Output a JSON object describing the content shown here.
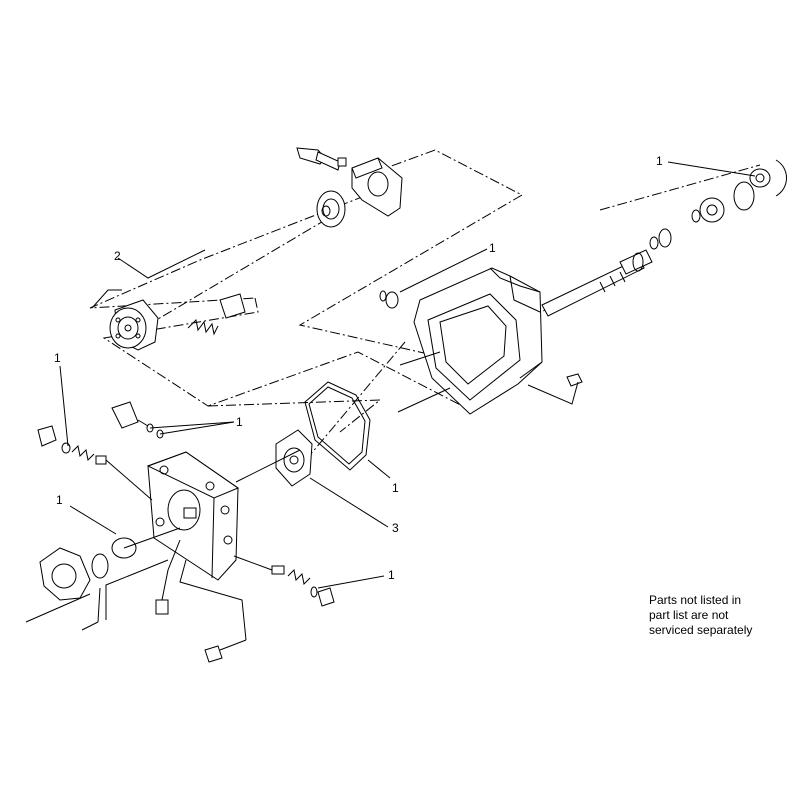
{
  "callouts": [
    {
      "id": "c1",
      "label": "1"
    },
    {
      "id": "c2",
      "label": "1"
    },
    {
      "id": "c3",
      "label": "2"
    },
    {
      "id": "c4",
      "label": "1"
    },
    {
      "id": "c5",
      "label": "1"
    },
    {
      "id": "c6",
      "label": "1"
    },
    {
      "id": "c7",
      "label": "3"
    },
    {
      "id": "c8",
      "label": "1"
    },
    {
      "id": "c9",
      "label": "1"
    }
  ],
  "note": {
    "lines": [
      "Parts not listed in",
      "part list are not",
      "serviced separately"
    ]
  }
}
